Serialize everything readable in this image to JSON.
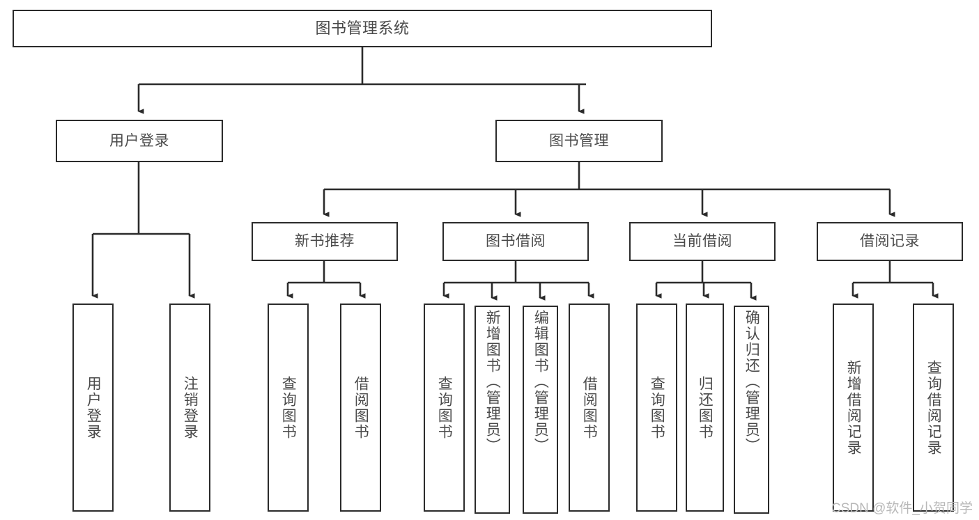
{
  "diagram": {
    "title": "图书管理系统",
    "type": "hierarchy-tree",
    "root": {
      "id": "root",
      "label": "图书管理系统"
    },
    "level2": [
      {
        "id": "user-login",
        "label": "用户登录"
      },
      {
        "id": "book-manage",
        "label": "图书管理"
      }
    ],
    "level3": [
      {
        "id": "new-book-recommend",
        "label": "新书推荐"
      },
      {
        "id": "book-borrow",
        "label": "图书借阅"
      },
      {
        "id": "current-borrow",
        "label": "当前借阅"
      },
      {
        "id": "borrow-record",
        "label": "借阅记录"
      }
    ],
    "leaves": {
      "user_login": [
        {
          "id": "leaf-user-login",
          "label": "用户登录"
        },
        {
          "id": "leaf-logout-login",
          "label": "注销登录"
        }
      ],
      "new_book_recommend": [
        {
          "id": "leaf-query-book-1",
          "label": "查询图书"
        },
        {
          "id": "leaf-borrow-book-1",
          "label": "借阅图书"
        }
      ],
      "book_borrow": [
        {
          "id": "leaf-query-book-2",
          "label": "查询图书"
        },
        {
          "id": "leaf-add-book",
          "label": "新增图书（管理员）"
        },
        {
          "id": "leaf-edit-book",
          "label": "编辑图书（管理员）"
        },
        {
          "id": "leaf-borrow-book-2",
          "label": "借阅图书"
        }
      ],
      "current_borrow": [
        {
          "id": "leaf-query-book-3",
          "label": "查询图书"
        },
        {
          "id": "leaf-return-book",
          "label": "归还图书"
        },
        {
          "id": "leaf-confirm-return",
          "label": "确认归还（管理员）"
        }
      ],
      "borrow_record": [
        {
          "id": "leaf-add-record",
          "label": "新增借阅记录"
        },
        {
          "id": "leaf-query-record",
          "label": "查询借阅记录"
        }
      ]
    }
  },
  "watermark": {
    "text": "CSDN @软件_小贺同学"
  },
  "colors": {
    "box_border": "#2b2b2b",
    "box_fill": "#ffffff",
    "text": "#4a4a4a",
    "edge": "#2b2b2b",
    "watermark": "#b8b8b8",
    "background": "#ffffff"
  }
}
